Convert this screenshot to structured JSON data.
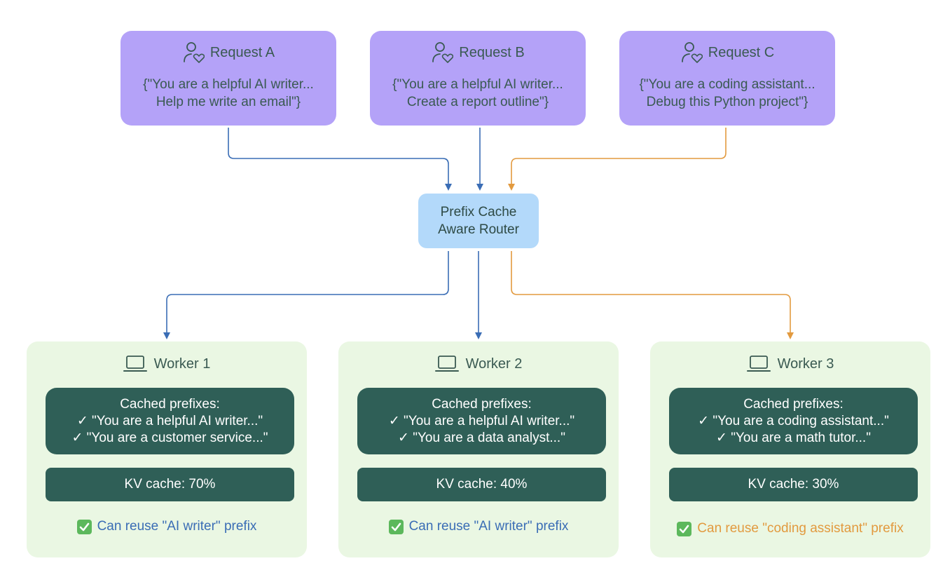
{
  "colors": {
    "request_bg": "#b4a2f8",
    "router_bg": "#b3d9fa",
    "worker_bg": "#eaf7e3",
    "cache_box_bg": "#2f5f57",
    "blue_arrow": "#3a6db5",
    "orange_arrow": "#e29a3f",
    "text_dark": "#3a5a52",
    "check_green": "#5cb85c"
  },
  "requests": [
    {
      "title": "Request A",
      "line1": "{\"You are a helpful AI writer...",
      "line2": "Help me write an email\"}",
      "icon": "user-heart-icon"
    },
    {
      "title": "Request B",
      "line1": "{\"You are a helpful AI writer...",
      "line2": "Create a report outline\"}",
      "icon": "user-heart-icon"
    },
    {
      "title": "Request C",
      "line1": "{\"You are a coding assistant...",
      "line2": "Debug this Python project\"}",
      "icon": "user-heart-icon"
    }
  ],
  "router": {
    "line1": "Prefix Cache",
    "line2": "Aware Router"
  },
  "workers": [
    {
      "title": "Worker 1",
      "icon": "laptop-icon",
      "cached_label": "Cached prefixes:",
      "cached": [
        "✓ \"You are a helpful AI writer...\"",
        "✓ \"You are a customer service...\""
      ],
      "kv": "KV cache: 70%",
      "reuse": "Can reuse \"AI writer\" prefix",
      "reuse_color": "#3a6db5"
    },
    {
      "title": "Worker 2",
      "icon": "laptop-icon",
      "cached_label": "Cached prefixes:",
      "cached": [
        "✓ \"You are a helpful AI writer...\"",
        "✓ \"You are a data analyst...\""
      ],
      "kv": "KV cache: 40%",
      "reuse": "Can reuse \"AI writer\" prefix",
      "reuse_color": "#3a6db5"
    },
    {
      "title": "Worker 3",
      "icon": "laptop-icon",
      "cached_label": "Cached prefixes:",
      "cached": [
        "✓ \"You are a coding assistant...\"",
        "✓ \"You are a math tutor...\""
      ],
      "kv": "KV cache: 30%",
      "reuse": "Can reuse \"coding assistant\" prefix",
      "reuse_color": "#e29a3f"
    }
  ]
}
